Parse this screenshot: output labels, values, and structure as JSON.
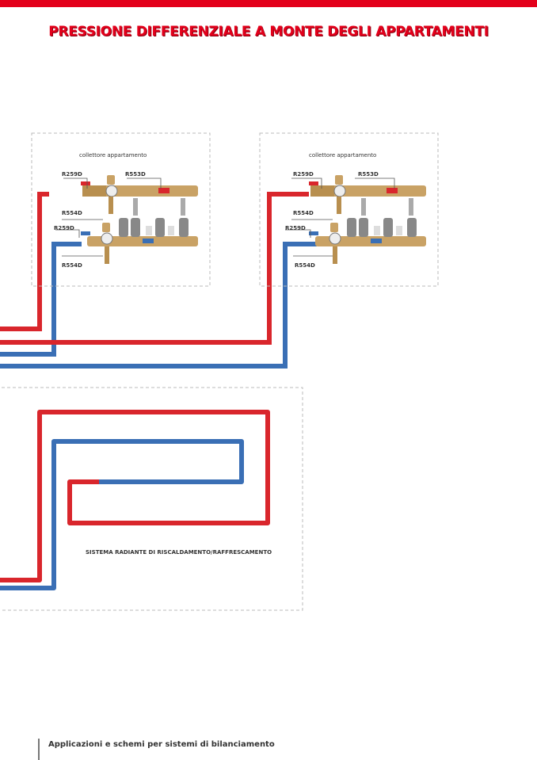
{
  "header": {
    "title": "PRESSIONE DIFFERENZIALE A MONTE DEGLI APPARTAMENTI"
  },
  "colors": {
    "accent": "#e3001b",
    "hot": "#d9262c",
    "cold": "#3a6fb5",
    "brass": "#c9a265"
  },
  "manifolds": [
    {
      "caption": "collettore appartamento",
      "labels": {
        "valve_top": "R259D",
        "manifold": "R553D",
        "drain_top": "R554D",
        "valve_bottom": "R259D",
        "drain_bottom": "R554D"
      }
    },
    {
      "caption": "collettore appartamento",
      "labels": {
        "valve_top": "R259D",
        "manifold": "R553D",
        "drain_top": "R554D",
        "valve_bottom": "R259D",
        "drain_bottom": "R554D"
      }
    }
  ],
  "radiant": {
    "caption": "SISTEMA RADIANTE DI RISCALDAMENTO/RAFFRESCAMENTO"
  },
  "footer": {
    "text": "Applicazioni e schemi per sistemi di bilanciamento"
  }
}
